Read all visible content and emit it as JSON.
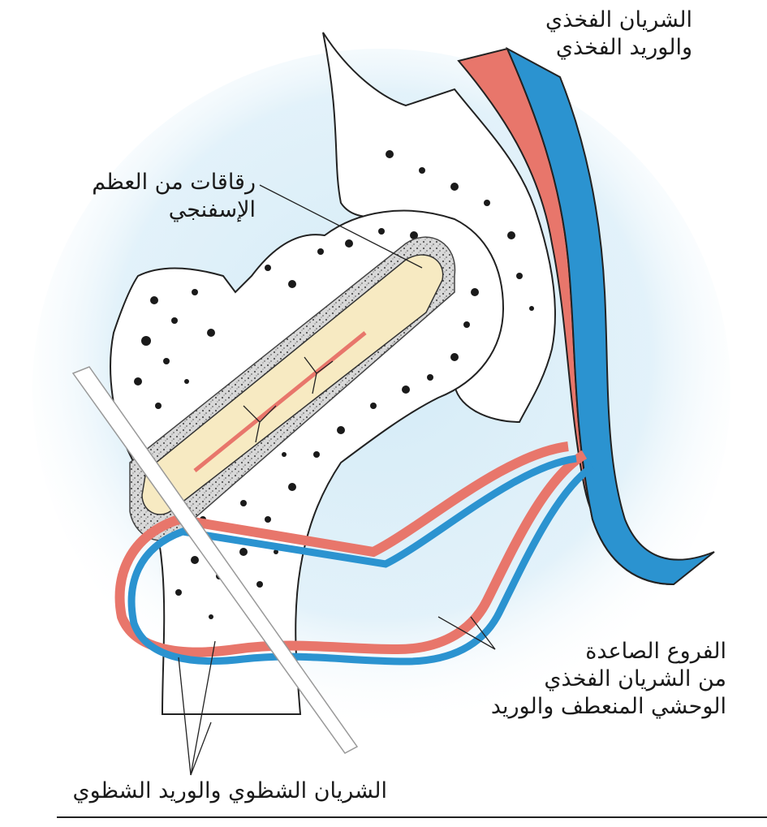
{
  "labels": {
    "femoral": [
      "الشريان الفخذي",
      "والوريد الفخذي"
    ],
    "grafts": [
      "رقاقات من العظم",
      "الإسفنجي"
    ],
    "ascending": [
      "الفروع الصاعدة",
      "من الشريان الفخذي",
      "الوحشي المنعطف والوريد"
    ],
    "saphenous": [
      "الشريان الشظوي والوريد الشظوي"
    ]
  },
  "colors": {
    "artery": "#e8766b",
    "vein": "#2b93d0",
    "halo": "#d4ebf7",
    "bone_graft": "#f7eac2",
    "cancellous": "#9e9e9e",
    "outline": "#222222"
  }
}
